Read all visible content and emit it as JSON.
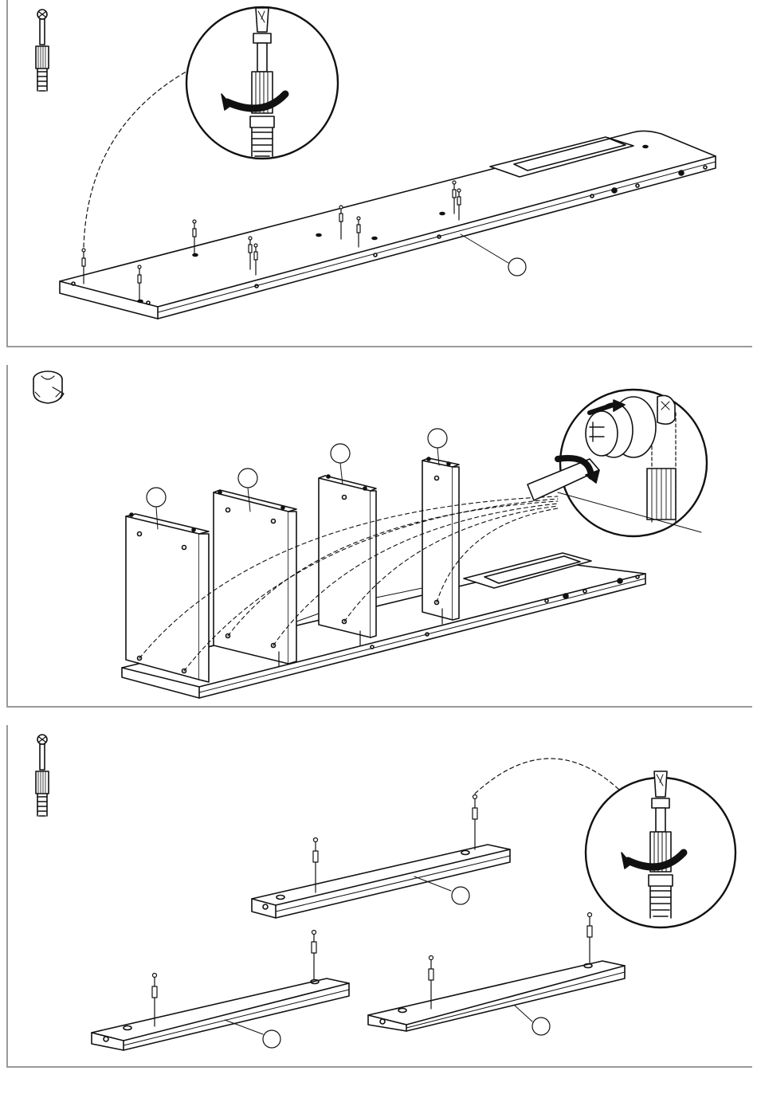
{
  "page": {
    "kind": "furniture-assembly-instructions",
    "frame_color": "#9a9a9a",
    "line_color": "#111111"
  },
  "steps": [
    {
      "hardware_icon": "cam-bolt-dowel-icon",
      "tool": "screwdriver-detail-zoom",
      "parts_labeled": 1
    },
    {
      "hardware_icon": "cam-lock-nut-icon",
      "tool": "screwdriver-cam-lock-zoom",
      "parts_labeled": 4
    },
    {
      "hardware_icon": "cam-bolt-dowel-icon",
      "tool": "screwdriver-detail-zoom",
      "parts_labeled": 3
    }
  ]
}
